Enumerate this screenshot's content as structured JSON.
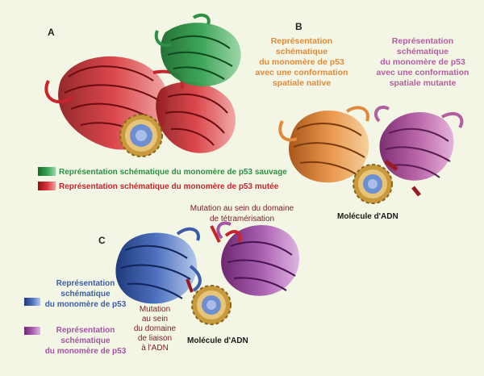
{
  "panels": {
    "a": {
      "label": "A"
    },
    "b": {
      "label": "B"
    },
    "c": {
      "label": "C"
    }
  },
  "panel_a": {
    "legend_wild": "Représentation schématique du monomère de p53 sauvage",
    "legend_mutant": "Représentation schématique du monomère de p53 mutée"
  },
  "panel_b": {
    "native_lines": [
      "Représentation",
      "schématique",
      "du monomère de p53",
      "avec une conformation",
      "spatiale native"
    ],
    "mutant_lines": [
      "Représentation",
      "schématique",
      "du monomère de p53",
      "avec une conformation",
      "spatiale mutante"
    ],
    "dna_label": "Molécule d'ADN"
  },
  "panel_c": {
    "tetramer_lines": [
      "Mutation au sein du domaine",
      "de tétramérisation"
    ],
    "binding_lines": [
      "Mutation",
      "au sein",
      "du domaine",
      "de liaison",
      "à l'ADN"
    ],
    "dna_label": "Molécule d'ADN",
    "blue_legend_lines": [
      "Représentation",
      "schématique",
      "du monomère de p53"
    ],
    "purple_legend_lines": [
      "Représentation",
      "schématique",
      "du monomère de p53"
    ]
  },
  "colors": {
    "background": "#f3f6e4",
    "red": "#c8242c",
    "green": "#2f8f45",
    "orange": "#e08a3c",
    "mauve": "#b35ea0",
    "blue": "#3c5ea8",
    "purple": "#a354a3",
    "dna_gold": "#c89a3c",
    "dna_blue": "#6d8ed0",
    "dark_red_text": "#7a1c22"
  }
}
